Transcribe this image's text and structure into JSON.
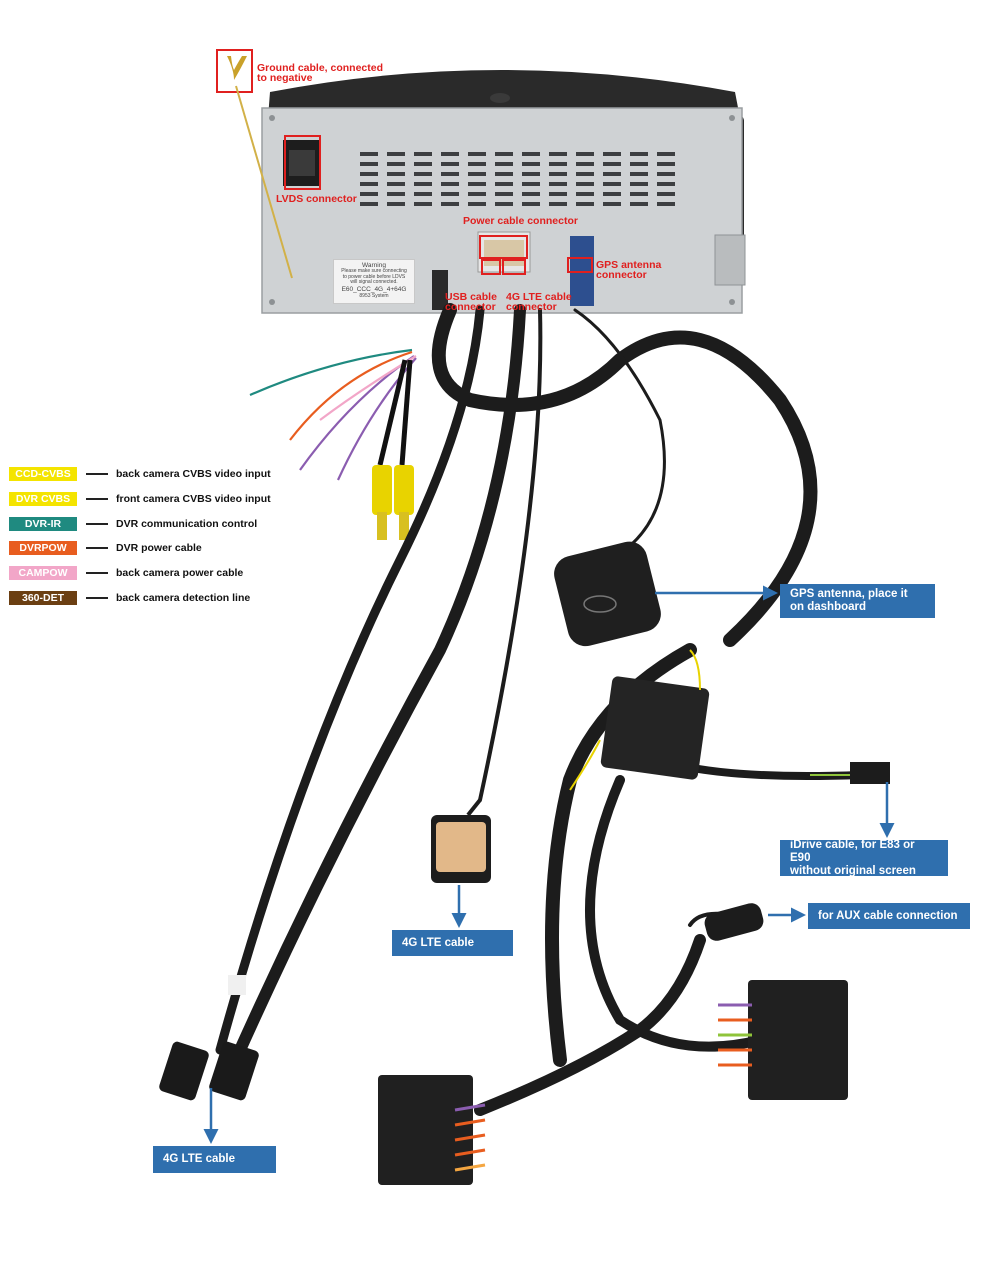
{
  "device_labels": {
    "ground": [
      "Ground cable, connected",
      "to negative"
    ],
    "lvds": "LVDS connector",
    "power": "Power cable connector",
    "gps_connector": [
      "GPS antenna",
      "connector"
    ],
    "usb": [
      "USB cable",
      "connector"
    ],
    "lte_connector": [
      "4G LTE cable",
      "connector"
    ]
  },
  "warning_sticker": {
    "title": "Warning",
    "lines": [
      "Please make sure connecting",
      "to power cable before LDVS",
      "will signal connected."
    ],
    "model": "E60_CCC_4G_4+64G",
    "system": "8953 System"
  },
  "callouts": {
    "gps_antenna": [
      "GPS antenna, place it",
      "on dashboard"
    ],
    "idrive": [
      "iDrive cable, for E83 or E90",
      "without original screen"
    ],
    "aux": "for AUX cable connection",
    "lte_cable_center": "4G LTE cable",
    "lte_cable_left": "4G LTE cable"
  },
  "legend": [
    {
      "badge": "CCD-CVBS",
      "text": "back camera CVBS video input",
      "bg": "#f4e400",
      "fg": "#ffffff"
    },
    {
      "badge": "DVR CVBS",
      "text": "front camera CVBS video input",
      "bg": "#f4e400",
      "fg": "#ffffff"
    },
    {
      "badge": "DVR-IR",
      "text": "DVR communication control",
      "bg": "#1f8a80",
      "fg": "#ffffff"
    },
    {
      "badge": "DVRPOW",
      "text": "DVR power cable",
      "bg": "#e85d1f",
      "fg": "#ffffff"
    },
    {
      "badge": "CAMPOW",
      "text": "back camera power cable",
      "bg": "#f2a6c8",
      "fg": "#ffffff"
    },
    {
      "badge": "360-DET",
      "text": "back camera detection line",
      "bg": "#6b3f12",
      "fg": "#ffffff"
    }
  ],
  "colors": {
    "callout_bg": "#2f6fae",
    "highlight_red": "#e0201f",
    "cable_black": "#1c1c1c",
    "metal_case": "#cfd2d4"
  },
  "icons": [
    "ground-lug-icon",
    "lvds-plug-icon",
    "gps-antenna-icon",
    "usb-port-icon",
    "rca-plug-icon"
  ]
}
